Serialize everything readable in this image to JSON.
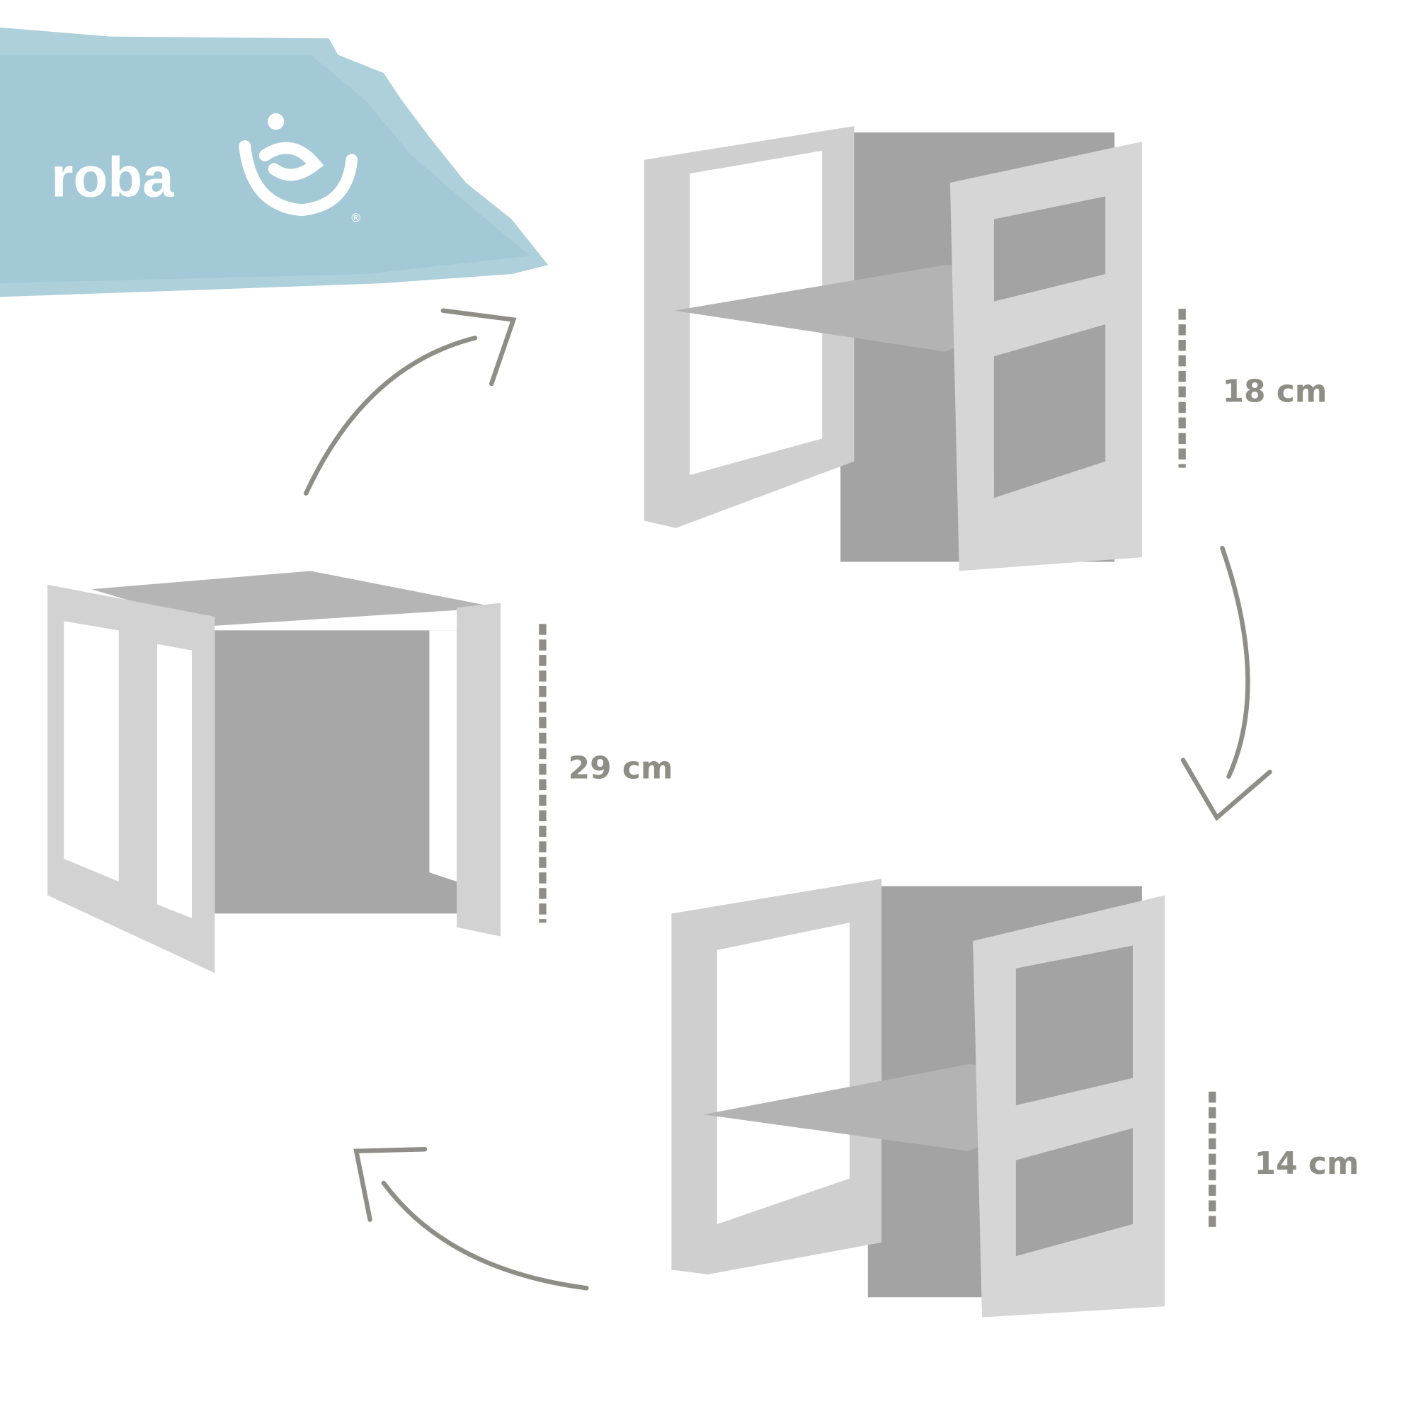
{
  "brand": {
    "name": "roba",
    "registered_mark": "®",
    "banner_color": "#a9cdd9"
  },
  "colors": {
    "frame": "#c9c9c9",
    "panel": "#a9a9a9",
    "arrow": "#8e8e86"
  },
  "measurements": [
    {
      "label": "18 cm"
    },
    {
      "label": "29 cm"
    },
    {
      "label": "14 cm"
    }
  ]
}
